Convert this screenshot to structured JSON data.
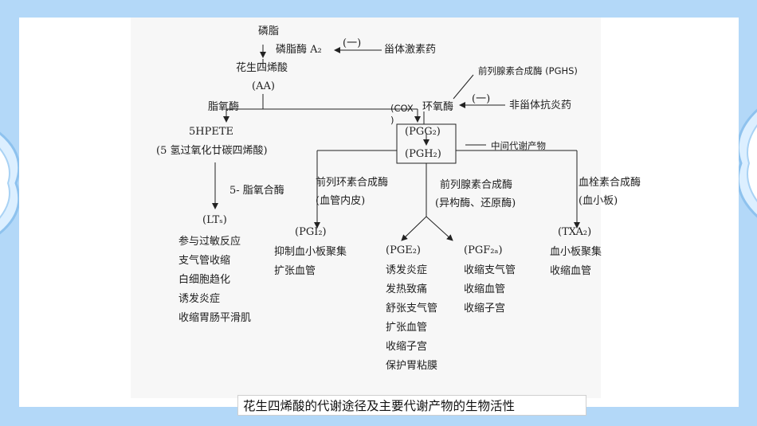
{
  "diagram": {
    "phospholipid": "磷脂",
    "pla2": "磷脂酶 A₂",
    "inhibit1": "(一)",
    "steroid": "甾体激素药",
    "aa": "花生四烯酸",
    "aa_abbr": "(AA)",
    "lipoxygenase": "脂氧酶",
    "pghs_label": "前列腺素合成酶 (PGHS)",
    "cox_prefix": "(COX",
    "cox_suffix": ")",
    "cyclooxygenase": "环氧酶",
    "inhibit2": "(一)",
    "nsaid": "非甾体抗炎药",
    "hpete": "5HPETE",
    "hpete_name": "(5 氢过氧化廿碳四烯酸)",
    "pgg2": "(PGG₂)",
    "pgh2": "(PGH₂)",
    "intermediate": "中间代谢产物",
    "lipoxygenase5": "5- 脂氧合酶",
    "lts": "(LTₛ)",
    "lts_effects": [
      "参与过敏反应",
      "支气管收缩",
      "白细胞趋化",
      "诱发炎症",
      "收缩胃肠平滑肌"
    ],
    "pgi_synthase": "前列环素合成酶",
    "pgi_source": "(血管内皮)",
    "pgi2": "(PGI₂)",
    "pgi2_effects": [
      "抑制血小板聚集",
      "扩张血管"
    ],
    "pg_synthase": "前列腺素合成酶",
    "pg_enzymes": "(异构酶、还原酶)",
    "pge2": "(PGE₂)",
    "pge2_effects": [
      "诱发炎症",
      "发热致痛",
      "舒张支气管",
      "扩张血管",
      "收缩子宫",
      "保护胃粘膜"
    ],
    "pgf2a": "(PGF₂ₐ)",
    "pgf2a_effects": [
      "收缩支气管",
      "收缩血管",
      "收缩子宫"
    ],
    "tx_synthase": "血栓素合成酶",
    "tx_source": "(血小板)",
    "txa2": "(TXA₂)",
    "txa2_effects": [
      "血小板聚集",
      "收缩血管"
    ]
  },
  "caption": "花生四烯酸的代谢途径及主要代谢产物的生物活性"
}
